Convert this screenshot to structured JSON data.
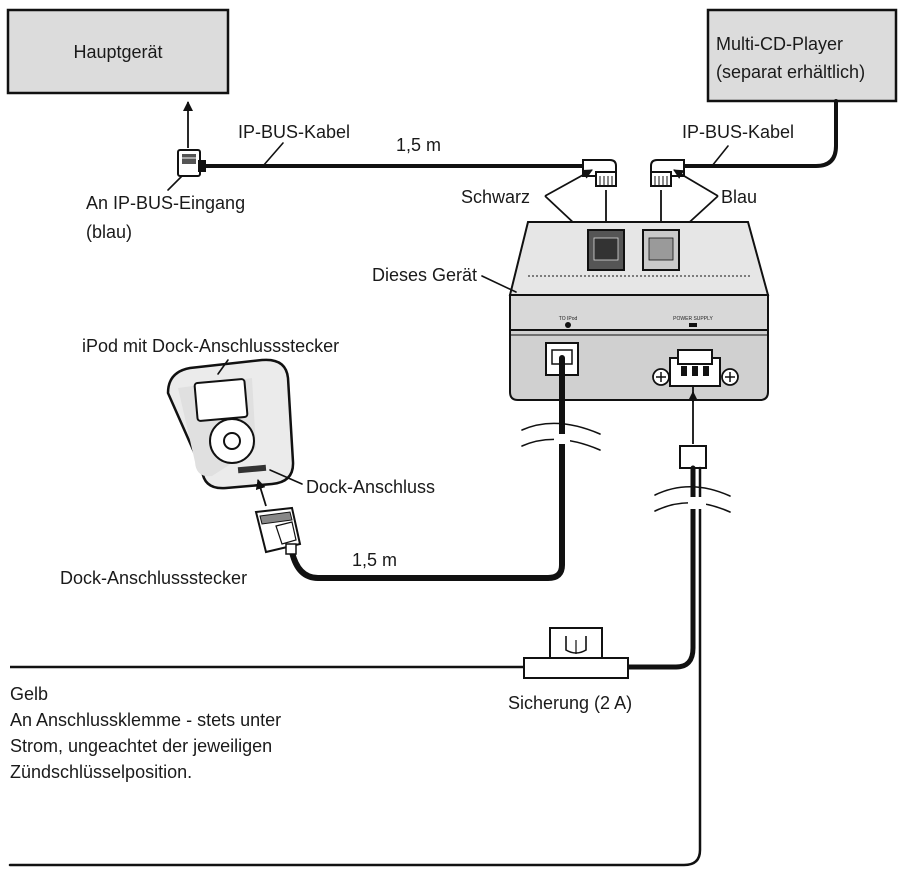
{
  "boxes": {
    "head_unit": "Hauptgerät",
    "cd_player_line1": "Multi-CD-Player",
    "cd_player_line2": "(separat erhältlich)"
  },
  "labels": {
    "ip_bus_cable_left": "IP-BUS-Kabel",
    "ip_bus_cable_right": "IP-BUS-Kabel",
    "length_top": "1,5 m",
    "length_bottom": "1,5 m",
    "ip_bus_input_line1": "An IP-BUS-Eingang",
    "ip_bus_input_line2": "(blau)",
    "black": "Schwarz",
    "blue": "Blau",
    "this_unit": "Dieses Gerät",
    "ipod": "iPod mit Dock-Anschlussstecker",
    "dock_port": "Dock-Anschluss",
    "dock_plug": "Dock-Anschlussstecker",
    "fuse": "Sicherung (2 A)",
    "yellow": "Gelb",
    "yellow_desc_line1": "An Anschlussklemme - stets unter",
    "yellow_desc_line2": "Strom, ungeachtet der jeweiligen",
    "yellow_desc_line3": "Zündschlüsselposition."
  },
  "unit_panel": {
    "to_ipod": "TO IPod",
    "power_supply": "POWER SUPPLY"
  }
}
